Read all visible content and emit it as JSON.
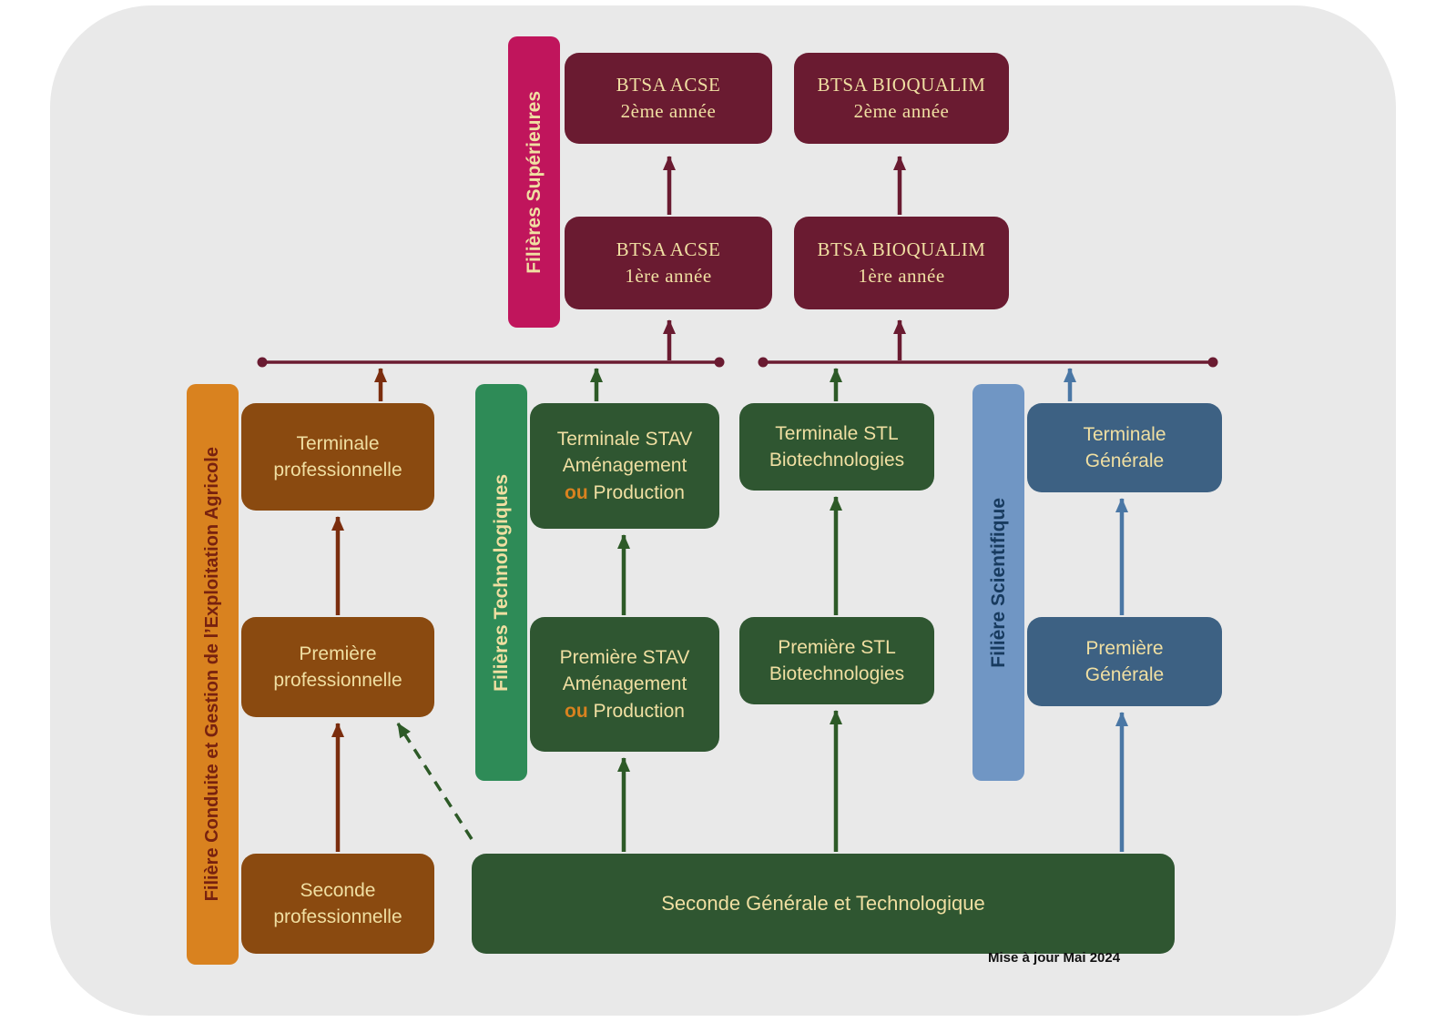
{
  "meta": {
    "updated_note": "Mise à jour Mai 2024"
  },
  "colors": {
    "background_panel": "#e9e9e9",
    "maroon_box": "#6a1b31",
    "crimson_bar": "#c0155c",
    "orange_bar": "#d9821f",
    "brown_box": "#8a4a10",
    "green_bar": "#2e8b57",
    "dark_green_box": "#2f5631",
    "blue_bar": "#7096c4",
    "dark_blue_box": "#3d6183",
    "cream_text": "#f0dfa2",
    "maroon_arrow": "#6a1b31",
    "brown_arrow": "#7b2d0e",
    "green_arrow": "#2d5a27",
    "blue_arrow": "#4a77a5"
  },
  "side_bars": {
    "superieures": "Filières Supérieures",
    "cgea": "Filière Conduite et Gestion de l’Exploitation Agricole",
    "technologiques": "Filières Technologiques",
    "scientifique": "Filière Scientifique"
  },
  "boxes": {
    "btsa_acse_2": {
      "line1": "BTSA ACSE",
      "line2": "2ème année"
    },
    "btsa_bioqualim_2": {
      "line1": "BTSA BIOQUALIM",
      "line2": "2ème année"
    },
    "btsa_acse_1": {
      "line1": "BTSA ACSE",
      "line2": "1ère année"
    },
    "btsa_bioqualim_1": {
      "line1": "BTSA BIOQUALIM",
      "line2": "1ère année"
    },
    "terminale_pro": {
      "line1": "Terminale",
      "line2": "professionnelle"
    },
    "premiere_pro": {
      "line1": "Première",
      "line2": "professionnelle"
    },
    "seconde_pro": {
      "line1": "Seconde",
      "line2": "professionnelle"
    },
    "terminale_stav": {
      "line1": "Terminale STAV",
      "line2": "Aménagement",
      "ou": "ou",
      "line3": "Production"
    },
    "premiere_stav": {
      "line1": "Première STAV",
      "line2": "Aménagement",
      "ou": "ou",
      "line3": "Production"
    },
    "terminale_stl": {
      "line1": "Terminale  STL",
      "line2": "Biotechnologies"
    },
    "premiere_stl": {
      "line1": "Première  STL",
      "line2": "Biotechnologies"
    },
    "terminale_gen": {
      "line1": "Terminale",
      "line2": "Générale"
    },
    "premiere_gen": {
      "line1": "Première",
      "line2": "Générale"
    },
    "seconde_gt": {
      "line1": "Seconde Générale et Technologique"
    }
  }
}
